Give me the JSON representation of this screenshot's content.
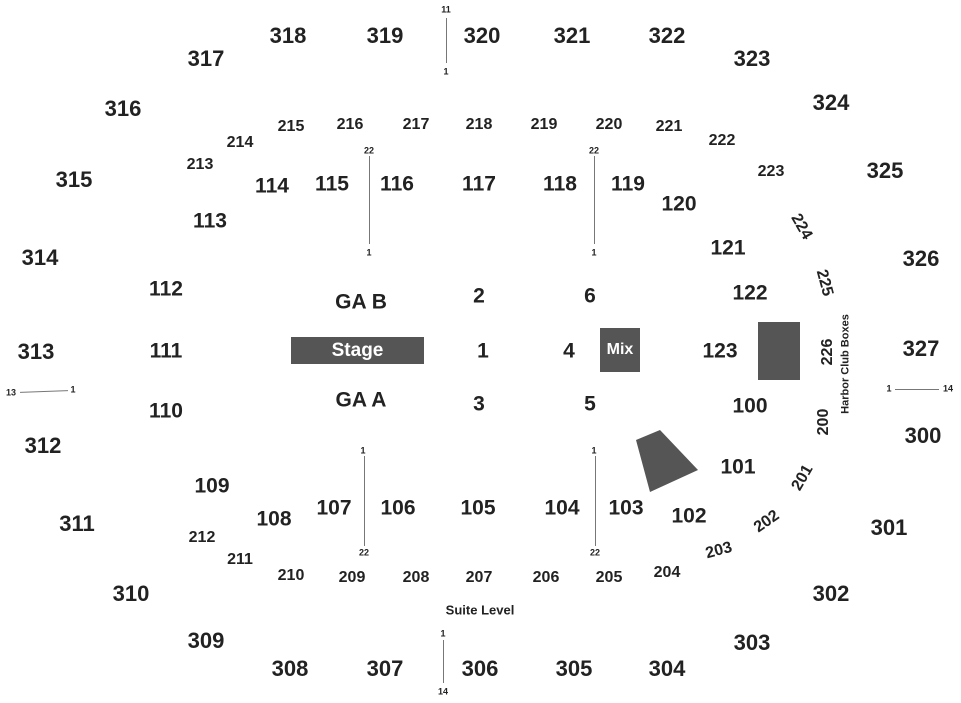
{
  "colors": {
    "block": "#555555",
    "text": "#222222",
    "line": "#777777",
    "background": "#ffffff"
  },
  "stage_label": "Stage",
  "mix_label": "Mix",
  "harbor_club_label": "Harbor Club Boxes",
  "suite_level_label": "Suite Level",
  "ga": {
    "b": "GA B",
    "a": "GA A"
  },
  "floor": [
    "1",
    "2",
    "3",
    "4",
    "5",
    "6"
  ],
  "sections_300": [
    "300",
    "301",
    "302",
    "303",
    "304",
    "305",
    "306",
    "307",
    "308",
    "309",
    "310",
    "311",
    "312",
    "313",
    "314",
    "315",
    "316",
    "317",
    "318",
    "319",
    "320",
    "321",
    "322",
    "323",
    "324",
    "325",
    "326",
    "327"
  ],
  "sections_100": [
    "100",
    "101",
    "102",
    "103",
    "104",
    "105",
    "106",
    "107",
    "108",
    "109",
    "110",
    "111",
    "112",
    "113",
    "114",
    "115",
    "116",
    "117",
    "118",
    "119",
    "120",
    "121",
    "122",
    "123"
  ],
  "sections_200": [
    "200",
    "201",
    "202",
    "203",
    "204",
    "205",
    "206",
    "207",
    "208",
    "209",
    "210",
    "211",
    "212",
    "213",
    "214",
    "215",
    "216",
    "217",
    "218",
    "219",
    "220",
    "221",
    "222",
    "223",
    "224",
    "225",
    "226"
  ],
  "row_markers": {
    "top": [
      "11",
      "1"
    ],
    "bottom": [
      "1",
      "14"
    ],
    "left": [
      "13",
      "1"
    ],
    "right": [
      "1",
      "14"
    ],
    "aisle_116_top": [
      "22",
      "1"
    ],
    "aisle_119_top": [
      "22",
      "1"
    ],
    "aisle_107_bottom": [
      "1",
      "22"
    ],
    "aisle_103_bottom": [
      "1",
      "22"
    ]
  }
}
